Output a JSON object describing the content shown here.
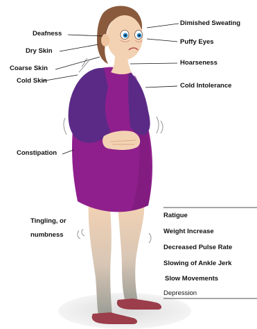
{
  "labels_left": {
    "deafness": "Deafness",
    "dry_skin": "Dry Skin",
    "coarse_skin": "Coarse Skin",
    "cold_skin": "Cold Skin",
    "constipation": "Constipation",
    "tingling_1": "Tingling, or",
    "tingling_2": "numbness"
  },
  "labels_right": {
    "dimished_sweating": "Dimished Sweating",
    "puffy_eyes": "Puffy Eyes",
    "hoarseness": "Hoarseness",
    "cold_intolerance": "Cold Intolerance"
  },
  "symptom_list": [
    "Ratigue",
    "Weight Increase",
    "Decreased Pulse Rate",
    "Slowing of Ankle Jerk",
    "Slow Movements",
    "Depression"
  ],
  "colors": {
    "dress": "#8e1f8c",
    "dress_dark": "#5c1a7a",
    "sleeve": "#5b2a86",
    "skin": "#f3d2b3",
    "hair": "#8a5a3c",
    "shoe": "#9b3d4a",
    "shadow": "#e3e3e3",
    "line": "#111111"
  }
}
